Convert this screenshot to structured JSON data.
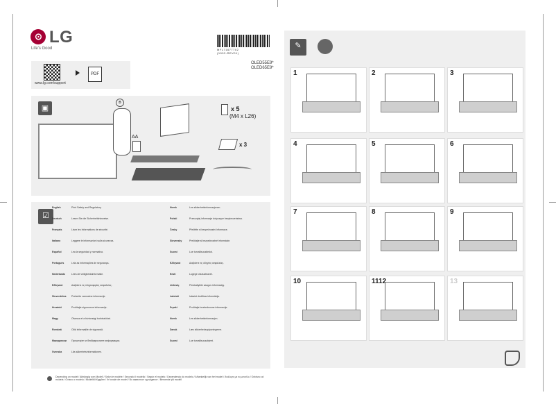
{
  "brand": {
    "name": "LG",
    "tagline": "Life's Good"
  },
  "barcode": {
    "number": "MFL71677702",
    "version": "(1903-REV01)"
  },
  "models": [
    "OLED55E9*",
    "OLED65E9*"
  ],
  "support": {
    "url": "www.lg.com/support",
    "pdf_label": "PDF"
  },
  "contents": {
    "screws_qty": "x 5",
    "screws_spec": "(M4 x L26)",
    "batteries_label": "AA",
    "cable_ties_qty": "x 3"
  },
  "steps": [
    "1",
    "2",
    "3",
    "4",
    "5",
    "6",
    "7",
    "8",
    "9",
    "10",
    "1112",
    "13"
  ],
  "languages_left": [
    {
      "name": "English",
      "text": "Print Safety and Regulatory."
    },
    {
      "name": "Deutsch",
      "text": "Lesen Sie die Sicherheitshinweise."
    },
    {
      "name": "Français",
      "text": "Lisez les Informations de sécurité."
    },
    {
      "name": "Italiano",
      "text": "Leggere le informazioni sulla sicurezza."
    },
    {
      "name": "Español",
      "text": "Lea la seguridad y normativa."
    },
    {
      "name": "Português",
      "text": "Leia as informações de segurança."
    },
    {
      "name": "Nederlands",
      "text": "Lees de veiligheidsinformatie."
    },
    {
      "name": "Ελληνικά",
      "text": "Διαβάστε τις πληροφορίες ασφαλείας."
    },
    {
      "name": "Slovenščina",
      "text": "Preberite varnostne informacije."
    },
    {
      "name": "Hrvatski",
      "text": "Pročitajte sigurnosne informacije."
    },
    {
      "name": "Magy",
      "text": "Olvassa el a biztonsági tudnivalókat."
    },
    {
      "name": "Română",
      "text": "Citiți informațiile de siguranță."
    },
    {
      "name": "Македонски",
      "text": "Прочитајте ги безбедносните информации."
    },
    {
      "name": "Svenska",
      "text": "Läs säkerhetsinformationen."
    }
  ],
  "languages_right": [
    {
      "name": "Norsk",
      "text": "Les sikkerhetsinformasjonen."
    },
    {
      "name": "Polski",
      "text": "Przeczytaj informacje dotyczące bezpieczeństwa."
    },
    {
      "name": "Česky",
      "text": "Přečtěte si bezpečnostní informace."
    },
    {
      "name": "Slovensky",
      "text": "Prečítajte si bezpečnostné informácie."
    },
    {
      "name": "Suomi",
      "text": "Lue turvallisuustiedot."
    },
    {
      "name": "Ελληνικά",
      "text": "Διαβάστε τις οδηγίες ασφαλείας."
    },
    {
      "name": "Eesti",
      "text": "Lugege ohutusteavet."
    },
    {
      "name": "Lietuvių",
      "text": "Perskaitykite saugos informaciją."
    },
    {
      "name": "Latviski",
      "text": "Izlasiet drošības informāciju."
    },
    {
      "name": "Srpski",
      "text": "Pročitajte bezbednosne informacije."
    },
    {
      "name": "Norsk",
      "text": "Les sikkerhetsinformasjon."
    },
    {
      "name": "Dansk",
      "text": "Læs sikkerhedsoplysningerne."
    },
    {
      "name": "Suomi",
      "text": "Lue turvallisuusohjeet."
    }
  ],
  "footnote": "Depending on model / Abhängig vom Modell / Selon le modèle / Secondo il modello / Según el modelo / Dependendo do modelo / Afhankelijk van het model / Ανάλογα με το μοντέλο / Odvisno od modela / Ovisno o modelu / Modelltől függően / În funcție de model / Во зависност од моделот / Beroende på modell"
}
